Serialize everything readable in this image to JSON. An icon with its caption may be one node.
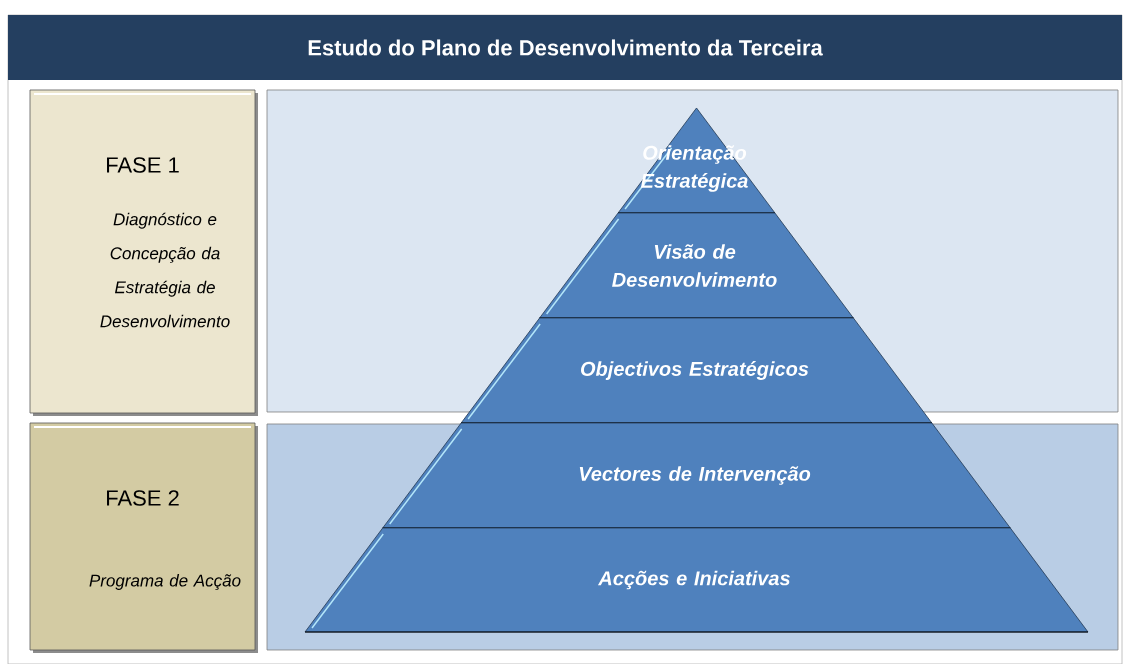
{
  "diagram": {
    "title": "Estudo do Plano de Desenvolvimento da Terceira",
    "nodes": [
      {
        "text": [
          "FASE 1",
          "Diagnóstico e Concepção da Estratégia de Desenvolvimento"
        ]
      },
      {
        "text": [],
        "shape": "box"
      },
      {
        "text": [
          "FASE 2",
          "Programa de Acção"
        ]
      },
      {
        "text": [],
        "shape": "box"
      },
      {
        "text": [
          "Orientação Estratégica"
        ],
        "in": 1
      },
      {
        "text": [
          "Visão de Desenvolvimento"
        ],
        "in": 1
      },
      {
        "text": [
          "Objectivos Estratégicos"
        ]
      },
      {
        "text": [
          "Vectores de Intervenção"
        ],
        "in": 3
      },
      {
        "text": [
          "Acções e Iniciativas"
        ],
        "in": 3
      }
    ],
    "edges": []
  }
}
